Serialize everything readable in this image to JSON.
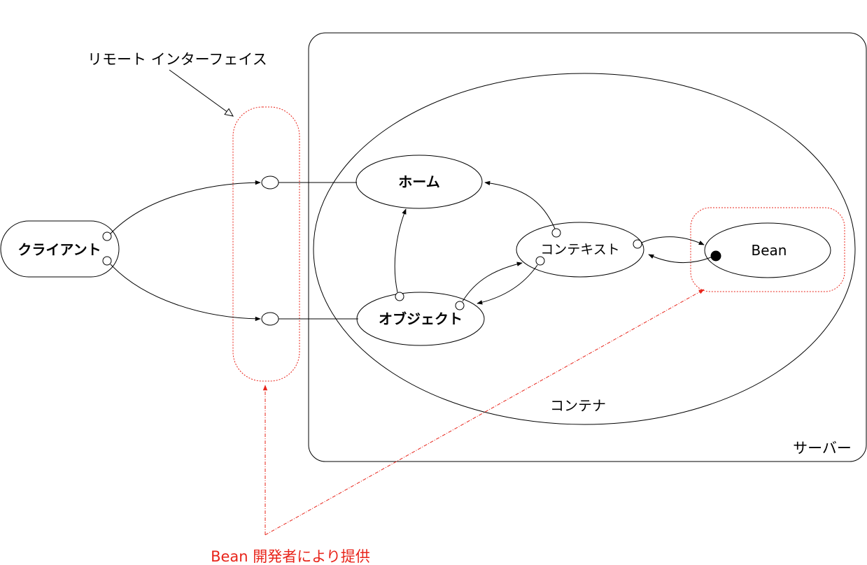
{
  "labels": {
    "remote_interface": "リモート インターフェイス",
    "client": "クライアント",
    "home": "ホーム",
    "object": "オブジェクト",
    "context": "コンテキスト",
    "bean": "Bean",
    "container": "コンテナ",
    "server": "サーバー",
    "provided_by": "Bean 開発者により提供"
  },
  "colors": {
    "line": "#000000",
    "highlight": "#e8241a"
  }
}
